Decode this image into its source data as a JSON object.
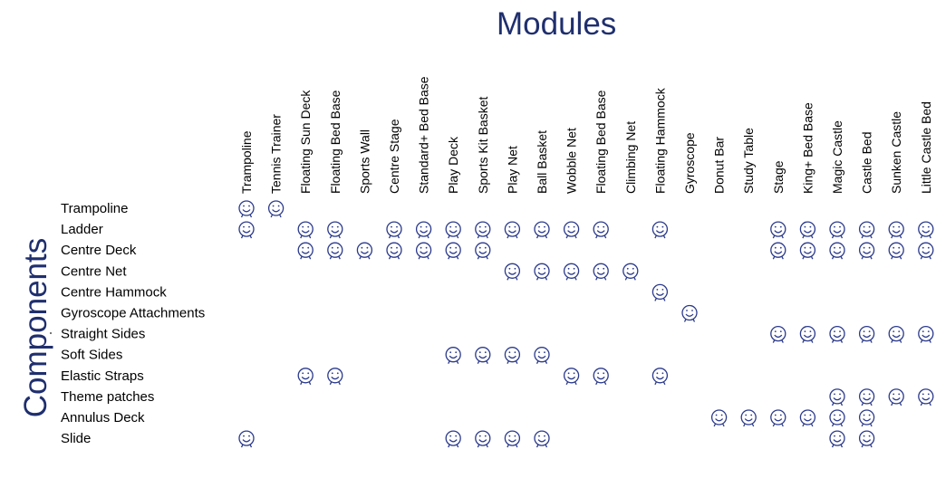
{
  "colors": {
    "title": "#1f2f6e",
    "icon": "#2b3a8c"
  },
  "chart_data": {
    "type": "table",
    "title": "Modules",
    "ylabel": "Components",
    "icon": "smiley-icon",
    "columns": [
      "Trampoline",
      "Tennis Trainer",
      "Floating Sun Deck",
      "Floating Bed Base",
      "Sports Wall",
      "Centre Stage",
      "Standard+ Bed Base",
      "Play Deck",
      "Sports Kit Basket",
      "Play Net",
      "Ball Basket",
      "Wobble Net",
      "Floating Bed Base",
      "Climbing Net",
      "Floating Hammock",
      "Gyroscope",
      "Donut Bar",
      "Study Table",
      "Stage",
      "King+ Bed Base",
      "Magic Castle",
      "Castle Bed",
      "Sunken Castle",
      "Little Castle Bed"
    ],
    "rows": [
      "Trampoline",
      "Ladder",
      "Centre Deck",
      "Centre Net",
      "Centre Hammock",
      "Gyroscope Attachments",
      "Straight Sides",
      "Soft Sides",
      "Elastic Straps",
      "Theme patches",
      "Annulus Deck",
      "Slide"
    ],
    "matrix": [
      [
        1,
        1,
        0,
        0,
        0,
        0,
        0,
        0,
        0,
        0,
        0,
        0,
        0,
        0,
        0,
        0,
        0,
        0,
        0,
        0,
        0,
        0,
        0,
        0
      ],
      [
        1,
        0,
        1,
        1,
        0,
        1,
        1,
        1,
        1,
        1,
        1,
        1,
        1,
        0,
        1,
        0,
        0,
        0,
        1,
        1,
        1,
        1,
        1,
        1
      ],
      [
        0,
        0,
        1,
        1,
        1,
        1,
        1,
        1,
        1,
        0,
        0,
        0,
        0,
        0,
        0,
        0,
        0,
        0,
        1,
        1,
        1,
        1,
        1,
        1
      ],
      [
        0,
        0,
        0,
        0,
        0,
        0,
        0,
        0,
        0,
        1,
        1,
        1,
        1,
        1,
        0,
        0,
        0,
        0,
        0,
        0,
        0,
        0,
        0,
        0
      ],
      [
        0,
        0,
        0,
        0,
        0,
        0,
        0,
        0,
        0,
        0,
        0,
        0,
        0,
        0,
        1,
        0,
        0,
        0,
        0,
        0,
        0,
        0,
        0,
        0
      ],
      [
        0,
        0,
        0,
        0,
        0,
        0,
        0,
        0,
        0,
        0,
        0,
        0,
        0,
        0,
        0,
        1,
        0,
        0,
        0,
        0,
        0,
        0,
        0,
        0
      ],
      [
        0,
        0,
        0,
        0,
        0,
        0,
        0,
        0,
        0,
        0,
        0,
        0,
        0,
        0,
        0,
        0,
        0,
        0,
        1,
        1,
        1,
        1,
        1,
        1
      ],
      [
        0,
        0,
        0,
        0,
        0,
        0,
        0,
        1,
        1,
        1,
        1,
        0,
        0,
        0,
        0,
        0,
        0,
        0,
        0,
        0,
        0,
        0,
        0,
        0
      ],
      [
        0,
        0,
        1,
        1,
        0,
        0,
        0,
        0,
        0,
        0,
        0,
        1,
        1,
        0,
        1,
        0,
        0,
        0,
        0,
        0,
        0,
        0,
        0,
        0
      ],
      [
        0,
        0,
        0,
        0,
        0,
        0,
        0,
        0,
        0,
        0,
        0,
        0,
        0,
        0,
        0,
        0,
        0,
        0,
        0,
        0,
        1,
        1,
        1,
        1
      ],
      [
        0,
        0,
        0,
        0,
        0,
        0,
        0,
        0,
        0,
        0,
        0,
        0,
        0,
        0,
        0,
        0,
        1,
        1,
        1,
        1,
        1,
        1,
        0,
        0
      ],
      [
        1,
        0,
        0,
        0,
        0,
        0,
        0,
        1,
        1,
        1,
        1,
        0,
        0,
        0,
        0,
        0,
        0,
        0,
        0,
        0,
        1,
        1,
        0,
        0
      ]
    ]
  }
}
